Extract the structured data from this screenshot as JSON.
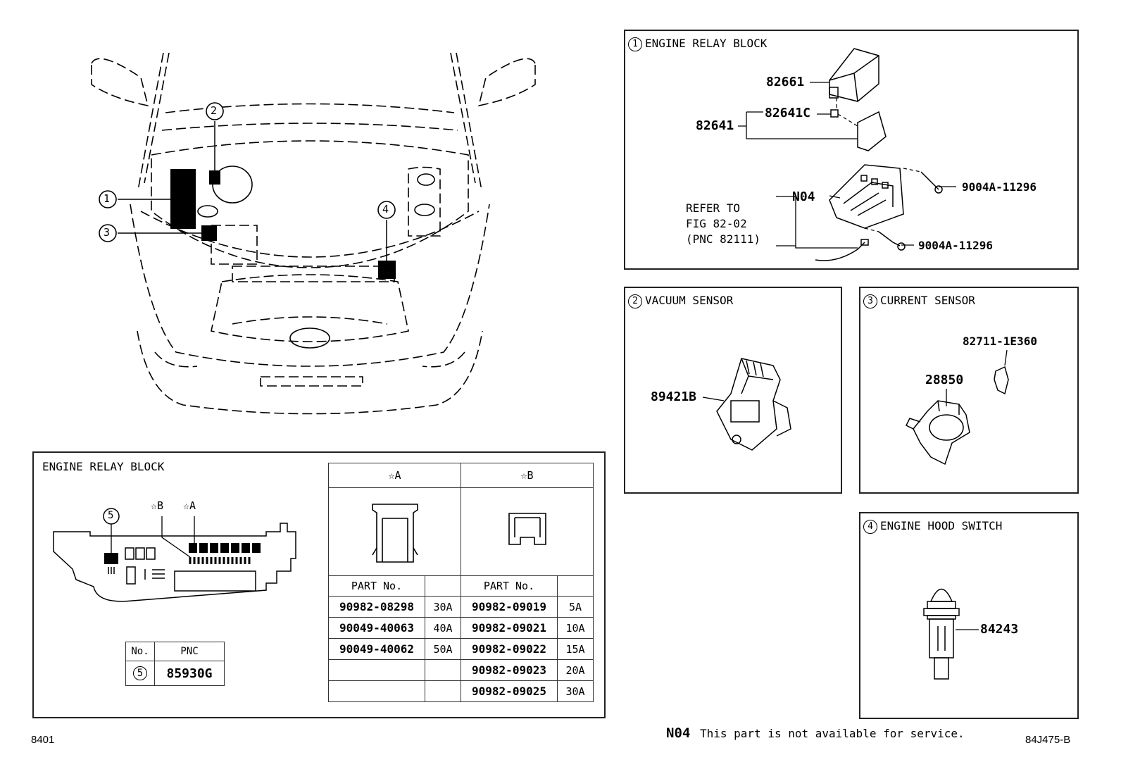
{
  "overview": {
    "callouts": [
      "1",
      "2",
      "3",
      "4"
    ]
  },
  "panel1": {
    "num": "1",
    "title": "ENGINE RELAY BLOCK",
    "labels": {
      "p82661": "82661",
      "p82641": "82641",
      "p82641c": "82641C",
      "n04": "N04",
      "bolt_top": "9004A-11296",
      "bolt_bottom": "9004A-11296",
      "refer_1": "REFER TO",
      "refer_2": "FIG 82-02",
      "refer_3": "(PNC 82111)"
    }
  },
  "panel2": {
    "num": "2",
    "title": "VACUUM SENSOR",
    "part": "89421B"
  },
  "panel3": {
    "num": "3",
    "title": "CURRENT SENSOR",
    "part_clip": "82711-1E360",
    "part_sensor": "28850"
  },
  "panel4": {
    "num": "4",
    "title": "ENGINE HOOD SWITCH",
    "part": "84243"
  },
  "relay_block": {
    "title": "ENGINE RELAY BLOCK",
    "callout": "5",
    "marker_a": "☆A",
    "marker_b": "☆B",
    "pnc_table": {
      "headers": [
        "No.",
        "PNC"
      ],
      "row": {
        "no": "5",
        "pnc": "85930G"
      }
    },
    "fuse_table": {
      "group_a": "☆A",
      "group_b": "☆B",
      "part_header": "PART No.",
      "rows": [
        {
          "a_part": "90982-08298",
          "a_amp": "30A",
          "b_part": "90982-09019",
          "b_amp": "5A"
        },
        {
          "a_part": "90049-40063",
          "a_amp": "40A",
          "b_part": "90982-09021",
          "b_amp": "10A"
        },
        {
          "a_part": "90049-40062",
          "a_amp": "50A",
          "b_part": "90982-09022",
          "b_amp": "15A"
        },
        {
          "a_part": "",
          "a_amp": "",
          "b_part": "90982-09023",
          "b_amp": "20A"
        },
        {
          "a_part": "",
          "a_amp": "",
          "b_part": "90982-09025",
          "b_amp": "30A"
        }
      ]
    }
  },
  "footer": {
    "page_code": "8401",
    "note_code": "N04",
    "note_text": "This part is not available for service.",
    "figure_code": "84J475-B"
  }
}
